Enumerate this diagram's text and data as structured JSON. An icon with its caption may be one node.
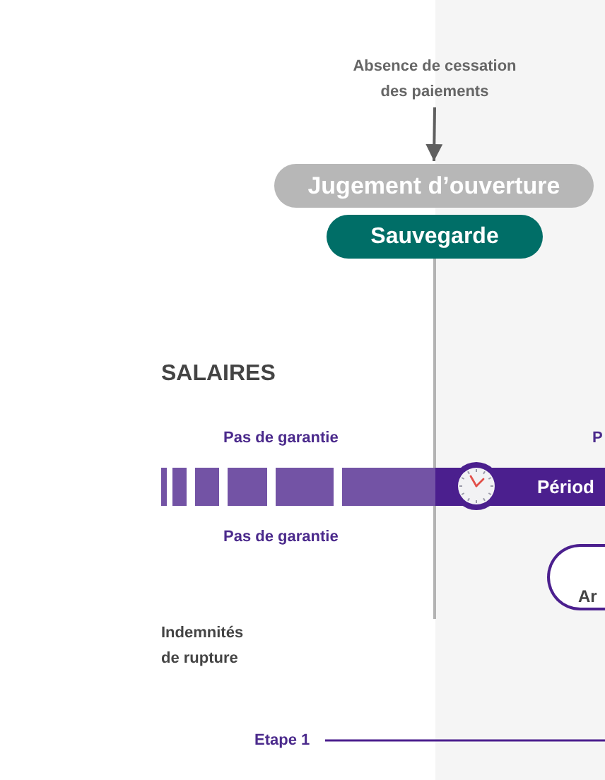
{
  "diagram": {
    "nodes": [
      {
        "text": [
          "Absence de cessation des paiements"
        ]
      },
      {
        "text": [
          "Jugement d’ouverture"
        ]
      },
      {
        "text": [
          "Sauvegarde"
        ]
      },
      {
        "text": [
          "Périod"
        ]
      },
      {
        "text": [
          "Ar"
        ]
      }
    ],
    "edges": [
      {
        "from": 0,
        "to": 1,
        "arrow": "to"
      },
      {
        "from": 2,
        "to": null,
        "arrow": "none",
        "color": "#b3b3b3"
      }
    ],
    "labels": [
      "SALAIRES",
      "Pas de garantie",
      "P",
      "Pas de garantie",
      "Indemnités de rupture",
      "Etape 1"
    ]
  }
}
